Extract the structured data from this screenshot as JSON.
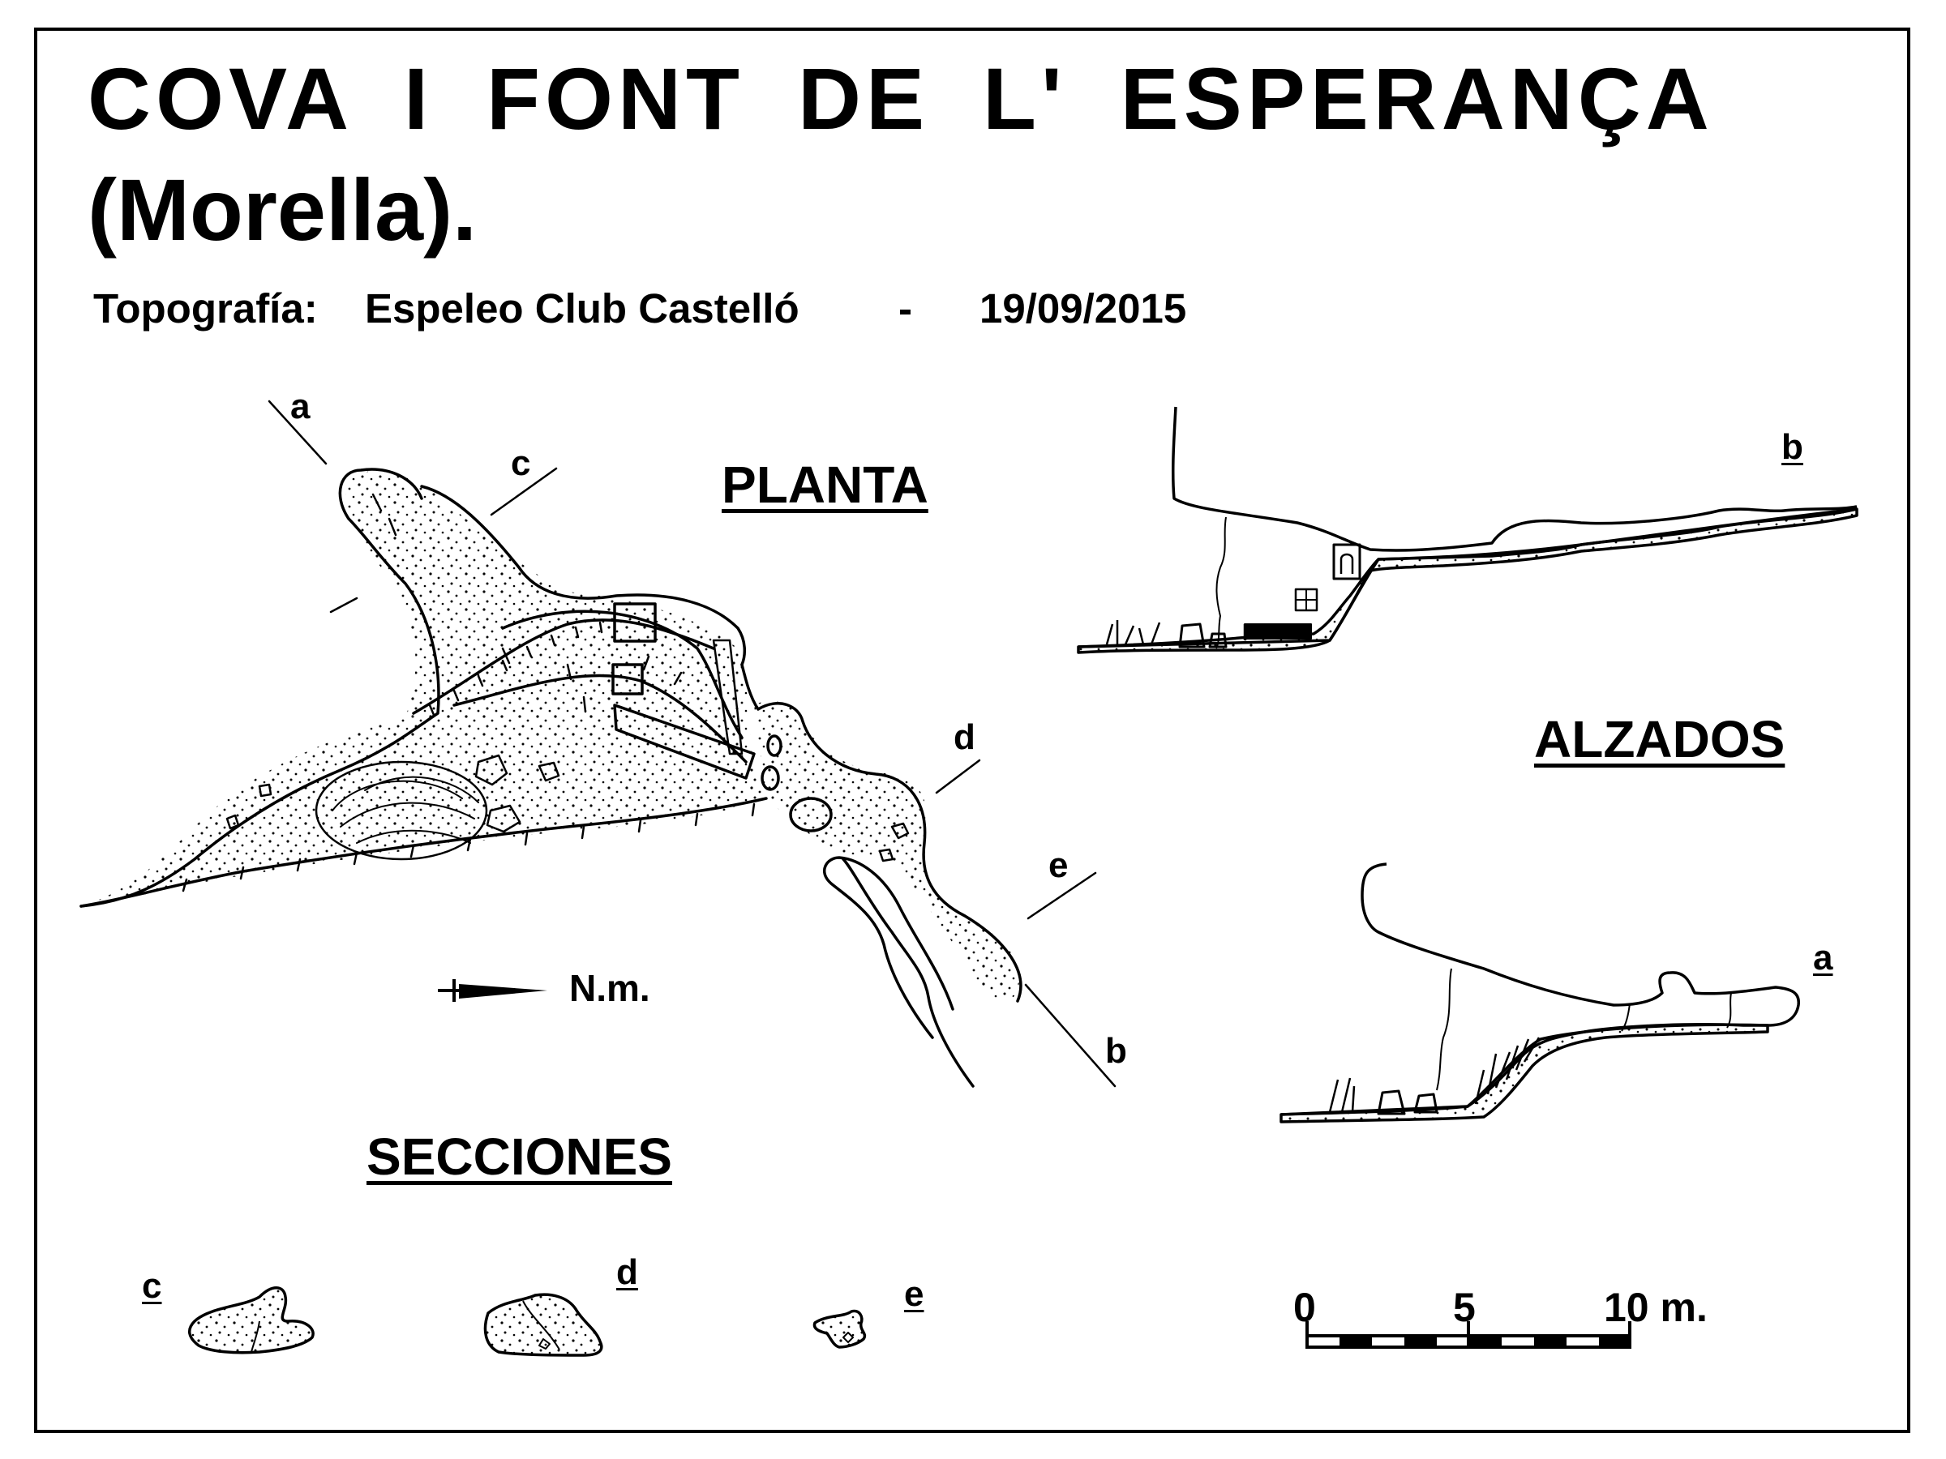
{
  "title": {
    "line1": "COVA I FONT DE L' ESPERANÇA",
    "line2": "(Morella)."
  },
  "credit": {
    "label": "Topografía:",
    "author": "Espeleo Club Castelló",
    "separator": "-",
    "date": "19/09/2015"
  },
  "sections": {
    "plan": "PLANTA",
    "elevations": "ALZADOS",
    "cross_sections": "SECCIONES"
  },
  "section_letters": {
    "a": "a",
    "b": "b",
    "c": "c",
    "d": "d",
    "e": "e"
  },
  "north_label": "N.m.",
  "scale_bar": {
    "ticks": [
      "0",
      "5",
      "10 m."
    ]
  },
  "colors": {
    "ink": "#000000",
    "paper": "#ffffff"
  }
}
